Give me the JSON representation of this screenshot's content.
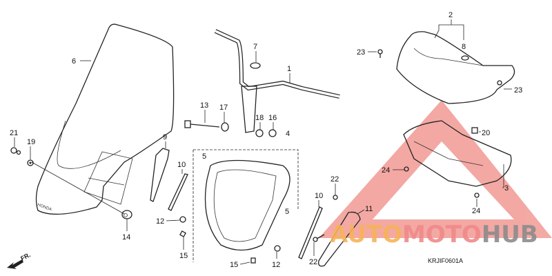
{
  "diagram": {
    "callouts": [
      {
        "id": "c6",
        "text": "6"
      },
      {
        "id": "c21",
        "text": "21"
      },
      {
        "id": "c19",
        "text": "19"
      },
      {
        "id": "c14",
        "text": "14"
      },
      {
        "id": "c9",
        "text": "9"
      },
      {
        "id": "c10a",
        "text": "10"
      },
      {
        "id": "c12a",
        "text": "12"
      },
      {
        "id": "c15a",
        "text": "15"
      },
      {
        "id": "c13",
        "text": "13"
      },
      {
        "id": "c17",
        "text": "17"
      },
      {
        "id": "c7",
        "text": "7"
      },
      {
        "id": "c1",
        "text": "1"
      },
      {
        "id": "c18",
        "text": "18"
      },
      {
        "id": "c16",
        "text": "16"
      },
      {
        "id": "c4",
        "text": "4"
      },
      {
        "id": "c5a",
        "text": "5"
      },
      {
        "id": "c5b",
        "text": "5"
      },
      {
        "id": "c15b",
        "text": "15"
      },
      {
        "id": "c12b",
        "text": "12"
      },
      {
        "id": "c2",
        "text": "2"
      },
      {
        "id": "c8",
        "text": "8"
      },
      {
        "id": "c23a",
        "text": "23"
      },
      {
        "id": "c23b",
        "text": "23"
      },
      {
        "id": "c20",
        "text": "20"
      },
      {
        "id": "c24a",
        "text": "24"
      },
      {
        "id": "c3",
        "text": "3"
      },
      {
        "id": "c24b",
        "text": "24"
      },
      {
        "id": "c22a",
        "text": "22"
      },
      {
        "id": "c10b",
        "text": "10"
      },
      {
        "id": "c11",
        "text": "11"
      },
      {
        "id": "c22b",
        "text": "22"
      }
    ],
    "front_arrow_label": "FR.",
    "diagram_code": "KRJIF0601A",
    "windscreen_logo": "HONDA"
  },
  "watermark": {
    "parts": [
      {
        "text": "AUTO",
        "color": "#f7b35a"
      },
      {
        "text": "MOTO",
        "color": "#f08a8a"
      },
      {
        "text": "HUB",
        "color": "#8c8c8c"
      }
    ],
    "triangle_color": "#f19a94"
  }
}
